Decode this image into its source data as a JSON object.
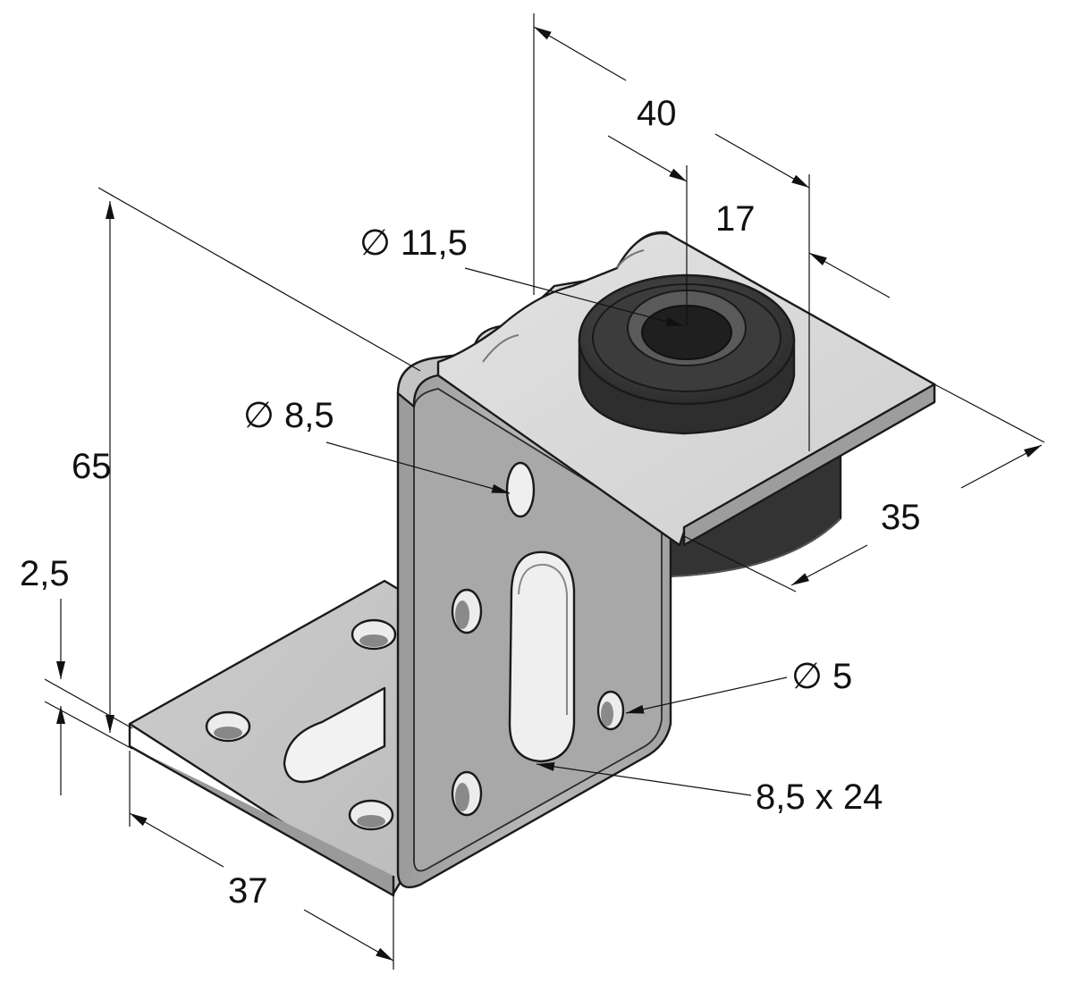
{
  "drawing": {
    "colors": {
      "metal_light": "#d2d2d2",
      "metal_mid": "#a9a9a9",
      "metal_dark": "#7a7a7a",
      "rubber_light": "#4a4a4a",
      "rubber_dark": "#2b2b2b",
      "line": "#111111"
    },
    "dimensions": {
      "height_total": "65",
      "base_depth": "37",
      "thickness": "2,5",
      "top_width": "40",
      "bushing_offset": "17",
      "top_depth": "35",
      "hole_top": "∅ 11,5",
      "hole_side": "∅ 8,5",
      "hole_small": "∅ 5",
      "slot": "8,5 x 24"
    }
  }
}
